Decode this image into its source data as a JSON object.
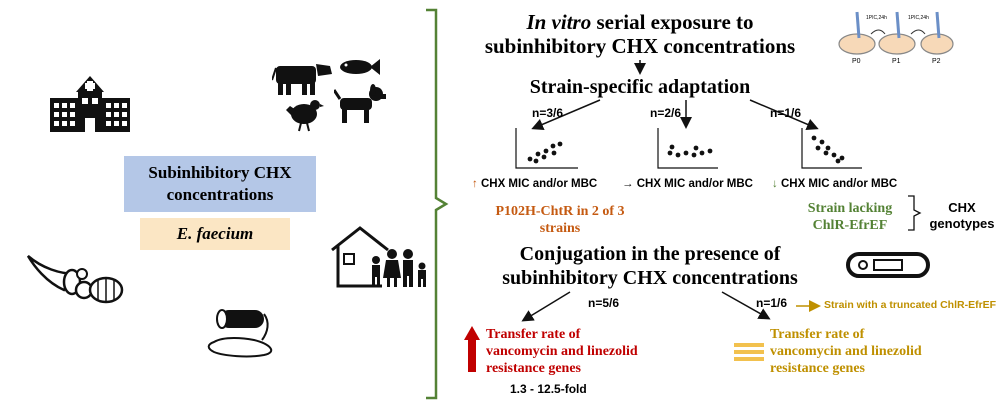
{
  "left": {
    "blue_box_line1": "Subinhibitory CHX",
    "blue_box_line2": "concentrations",
    "beige_box": "E. faecium"
  },
  "right": {
    "title1_italic": "In vitro",
    "title1_rest": " serial exposure to",
    "title2": "subinhibitory CHX concentrations",
    "adaptation": "Strain-specific adaptation",
    "passages": [
      "P0",
      "P1",
      "P2"
    ],
    "passage_steps": [
      "1PIC,24h",
      "1PIC,24h"
    ],
    "n1": "n=3/6",
    "n2": "n=2/6",
    "n3": "n=1/6",
    "result_up": "CHX MIC and/or MBC",
    "result_eq": "CHX MIC and/or MBC",
    "result_down": "CHX MIC and/or MBC",
    "arrow_up_glyph": "↑",
    "arrow_right_glyph": "→",
    "arrow_down_glyph": "↓",
    "genotype_left_l1": "P102H-ChtR in 2 of 3",
    "genotype_left_l2": "strains",
    "genotype_right_l1": "Strain lacking",
    "genotype_right_l2": "ChlR-EfrEF",
    "genotypes_l1": "CHX",
    "genotypes_l2": "genotypes",
    "conj1": "Conjugation in the presence of",
    "conj2": "subinhibitory CHX concentrations",
    "n4": "n=5/6",
    "n5": "n=1/6",
    "truncated": "Strain with a truncated ChlR-EfrEF",
    "tr_left_l1": "Transfer rate of",
    "tr_left_l2": "vancomycin and linezolid",
    "tr_left_l3": "resistance genes",
    "fold": "1.3 - 12.5-fold",
    "tr_right_l1": "Transfer rate of",
    "tr_right_l2": "vancomycin and linezolid",
    "tr_right_l3": "resistance genes"
  },
  "colors": {
    "blue_box": "#b4c7e7",
    "beige_box": "#fbe6c4",
    "brown": "#c55a11",
    "green": "#548235",
    "red": "#c00000",
    "gold": "#bf9000",
    "bracket": "#548235"
  },
  "icons": [
    "hospital-icon",
    "livestock-icon",
    "fish-icon",
    "chicken-icon",
    "dog-icon",
    "cornucopia-icon",
    "wastewater-pipe-icon",
    "family-house-icon",
    "agar-plate-icon",
    "plasmid-icon"
  ]
}
